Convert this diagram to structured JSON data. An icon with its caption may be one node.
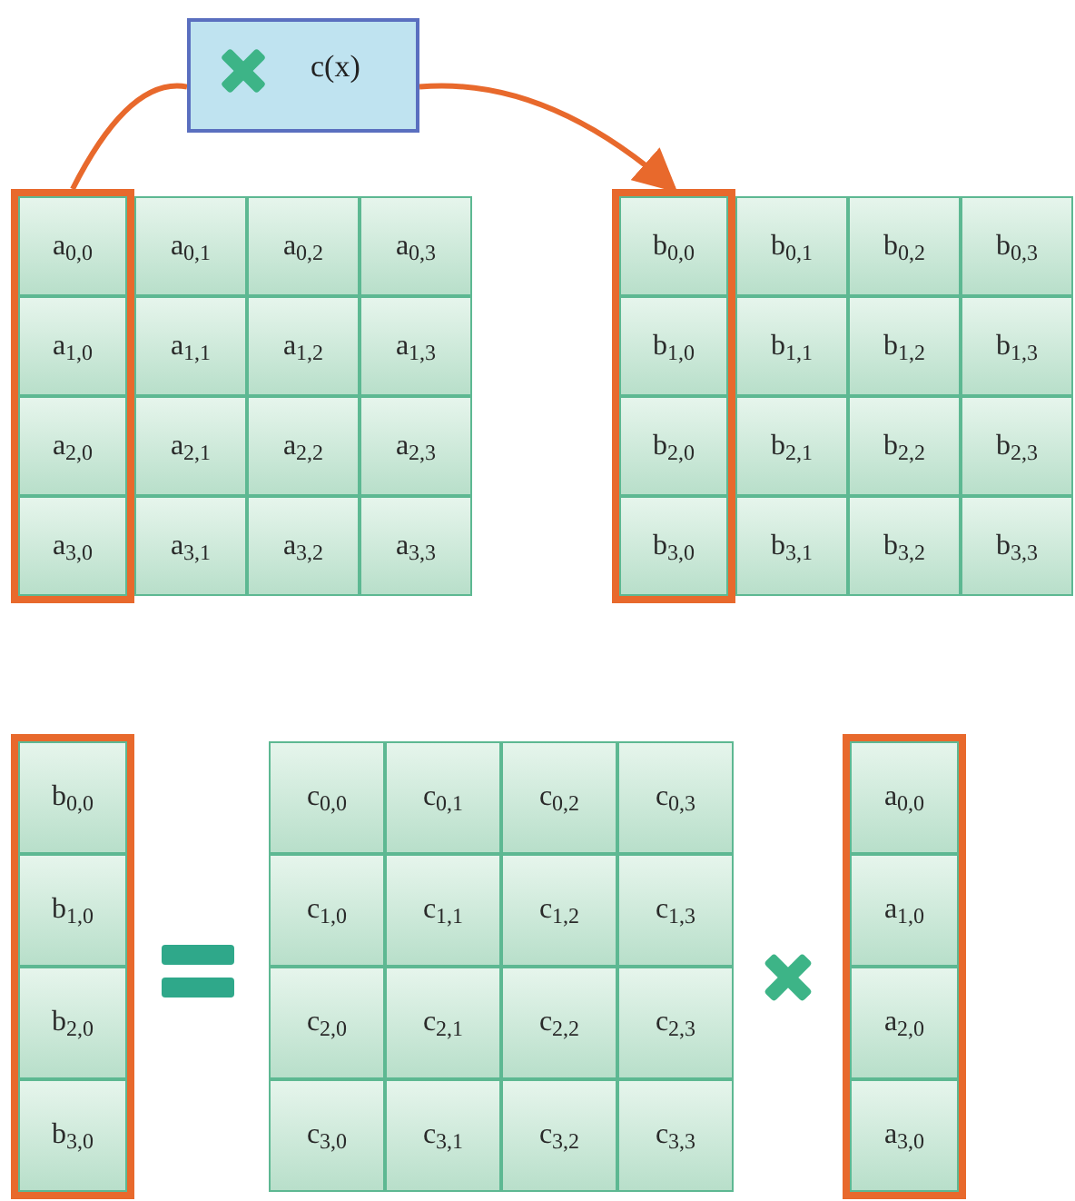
{
  "diagram": {
    "nodes": [
      {
        "text": [
          "c(x)"
        ]
      },
      {
        "text": [],
        "shape": "box"
      },
      {
        "text": [
          "a$_{0,0}$"
        ],
        "in": 1
      },
      {
        "text": [
          "a$_{0,1}$"
        ]
      },
      {
        "text": [
          "a$_{0,2}$"
        ]
      },
      {
        "text": [
          "a$_{0,3}$"
        ]
      },
      {
        "text": [
          "a$_{1,0}$"
        ],
        "in": 1
      },
      {
        "text": [
          "a$_{1,1}$"
        ]
      },
      {
        "text": [
          "a$_{1,2}$"
        ]
      },
      {
        "text": [
          "a$_{1,3}$"
        ]
      },
      {
        "text": [
          "a$_{2,0}$"
        ],
        "in": 1
      },
      {
        "text": [
          "a$_{2,1}$"
        ]
      },
      {
        "text": [
          "a$_{2,2}$"
        ]
      },
      {
        "text": [
          "a$_{2,3}$"
        ]
      },
      {
        "text": [
          "a$_{3,0}$"
        ],
        "in": 1
      },
      {
        "text": [
          "a$_{3,1}$"
        ]
      },
      {
        "text": [
          "a$_{3,2}$"
        ]
      },
      {
        "text": [
          "a$_{3,3}$"
        ]
      },
      {
        "text": [],
        "shape": "box"
      },
      {
        "text": [
          "b$_{0,0}$"
        ],
        "in": 18
      },
      {
        "text": [
          "b$_{0,1}$"
        ]
      },
      {
        "text": [
          "b$_{0,2}$"
        ]
      },
      {
        "text": [
          "b$_{0,3}$"
        ]
      },
      {
        "text": [
          "b$_{1,0}$"
        ],
        "in": 18
      },
      {
        "text": [
          "b$_{1,1}$"
        ]
      },
      {
        "text": [
          "b$_{1,2}$"
        ]
      },
      {
        "text": [
          "b$_{1,3}$"
        ]
      },
      {
        "text": [
          "b$_{2,0}$"
        ],
        "in": 18
      },
      {
        "text": [
          "b$_{2,1}$"
        ]
      },
      {
        "text": [
          "b$_{2,2}$"
        ]
      },
      {
        "text": [
          "b$_{2,3}$"
        ]
      },
      {
        "text": [
          "b$_{3,0}$"
        ],
        "in": 18
      },
      {
        "text": [
          "b$_{3,1}$"
        ]
      },
      {
        "text": [
          "b$_{3,2}$"
        ]
      },
      {
        "text": [
          "b$_{3,3}$"
        ]
      },
      {
        "text": [],
        "shape": "box"
      },
      {
        "text": [
          "b$_{0,0}$"
        ],
        "in": 35
      },
      {
        "text": [
          "b$_{1,0}$"
        ],
        "in": 35
      },
      {
        "text": [
          "b$_{2,0}$"
        ],
        "in": 35
      },
      {
        "text": [
          "b$_{3,0}$"
        ],
        "in": 35
      },
      {
        "text": [
          "c$_{0,0}$"
        ]
      },
      {
        "text": [
          "c$_{0,1}$"
        ]
      },
      {
        "text": [
          "c$_{0,2}$"
        ]
      },
      {
        "text": [
          "c$_{0,3}$"
        ]
      },
      {
        "text": [
          "c$_{1,0}$"
        ]
      },
      {
        "text": [
          "c$_{1,1}$"
        ]
      },
      {
        "text": [
          "c$_{1,2}$"
        ]
      },
      {
        "text": [
          "c$_{1,3}$"
        ]
      },
      {
        "text": [
          "c$_{2,0}$"
        ]
      },
      {
        "text": [
          "c$_{2,1}$"
        ]
      },
      {
        "text": [
          "c$_{2,2}$"
        ]
      },
      {
        "text": [
          "c$_{2,3}$"
        ]
      },
      {
        "text": [
          "c$_{3,0}$"
        ]
      },
      {
        "text": [
          "c$_{3,1}$"
        ]
      },
      {
        "text": [
          "c$_{3,2}$"
        ]
      },
      {
        "text": [
          "c$_{3,3}$"
        ]
      },
      {
        "text": [],
        "shape": "box"
      },
      {
        "text": [
          "a$_{0,0}$"
        ],
        "in": 56
      },
      {
        "text": [
          "a$_{1,0}$"
        ],
        "in": 56
      },
      {
        "text": [
          "a$_{2,0}$"
        ],
        "in": 56
      },
      {
        "text": [
          "a$_{3,0}$"
        ],
        "in": 56
      }
    ],
    "edges": [
      {
        "from": 1,
        "to": 0,
        "arrow": "none"
      },
      {
        "from": 0,
        "to": 18,
        "arrow": "to"
      }
    ]
  }
}
